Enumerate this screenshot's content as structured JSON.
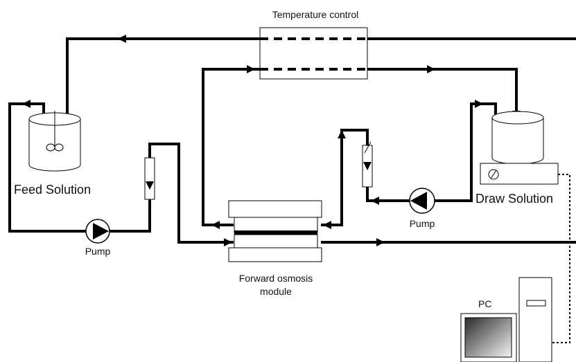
{
  "labels": {
    "temperature_control": "Temperature control",
    "feed_solution": "Feed Solution",
    "draw_solution": "Draw Solution",
    "pump_left": "Pump",
    "pump_right": "Pump",
    "fo_module_line1": "Forward osmosis",
    "fo_module_line2": "module",
    "pc": "PC"
  },
  "icons": {
    "feed_tank": "beaker-with-stirrer-icon",
    "draw_tank": "beaker-icon",
    "balance": "balance-icon",
    "pump": "pump-icon",
    "flowmeter": "flowmeter-icon",
    "heat_exchanger": "heat-exchanger-icon",
    "computer": "computer-icon"
  }
}
